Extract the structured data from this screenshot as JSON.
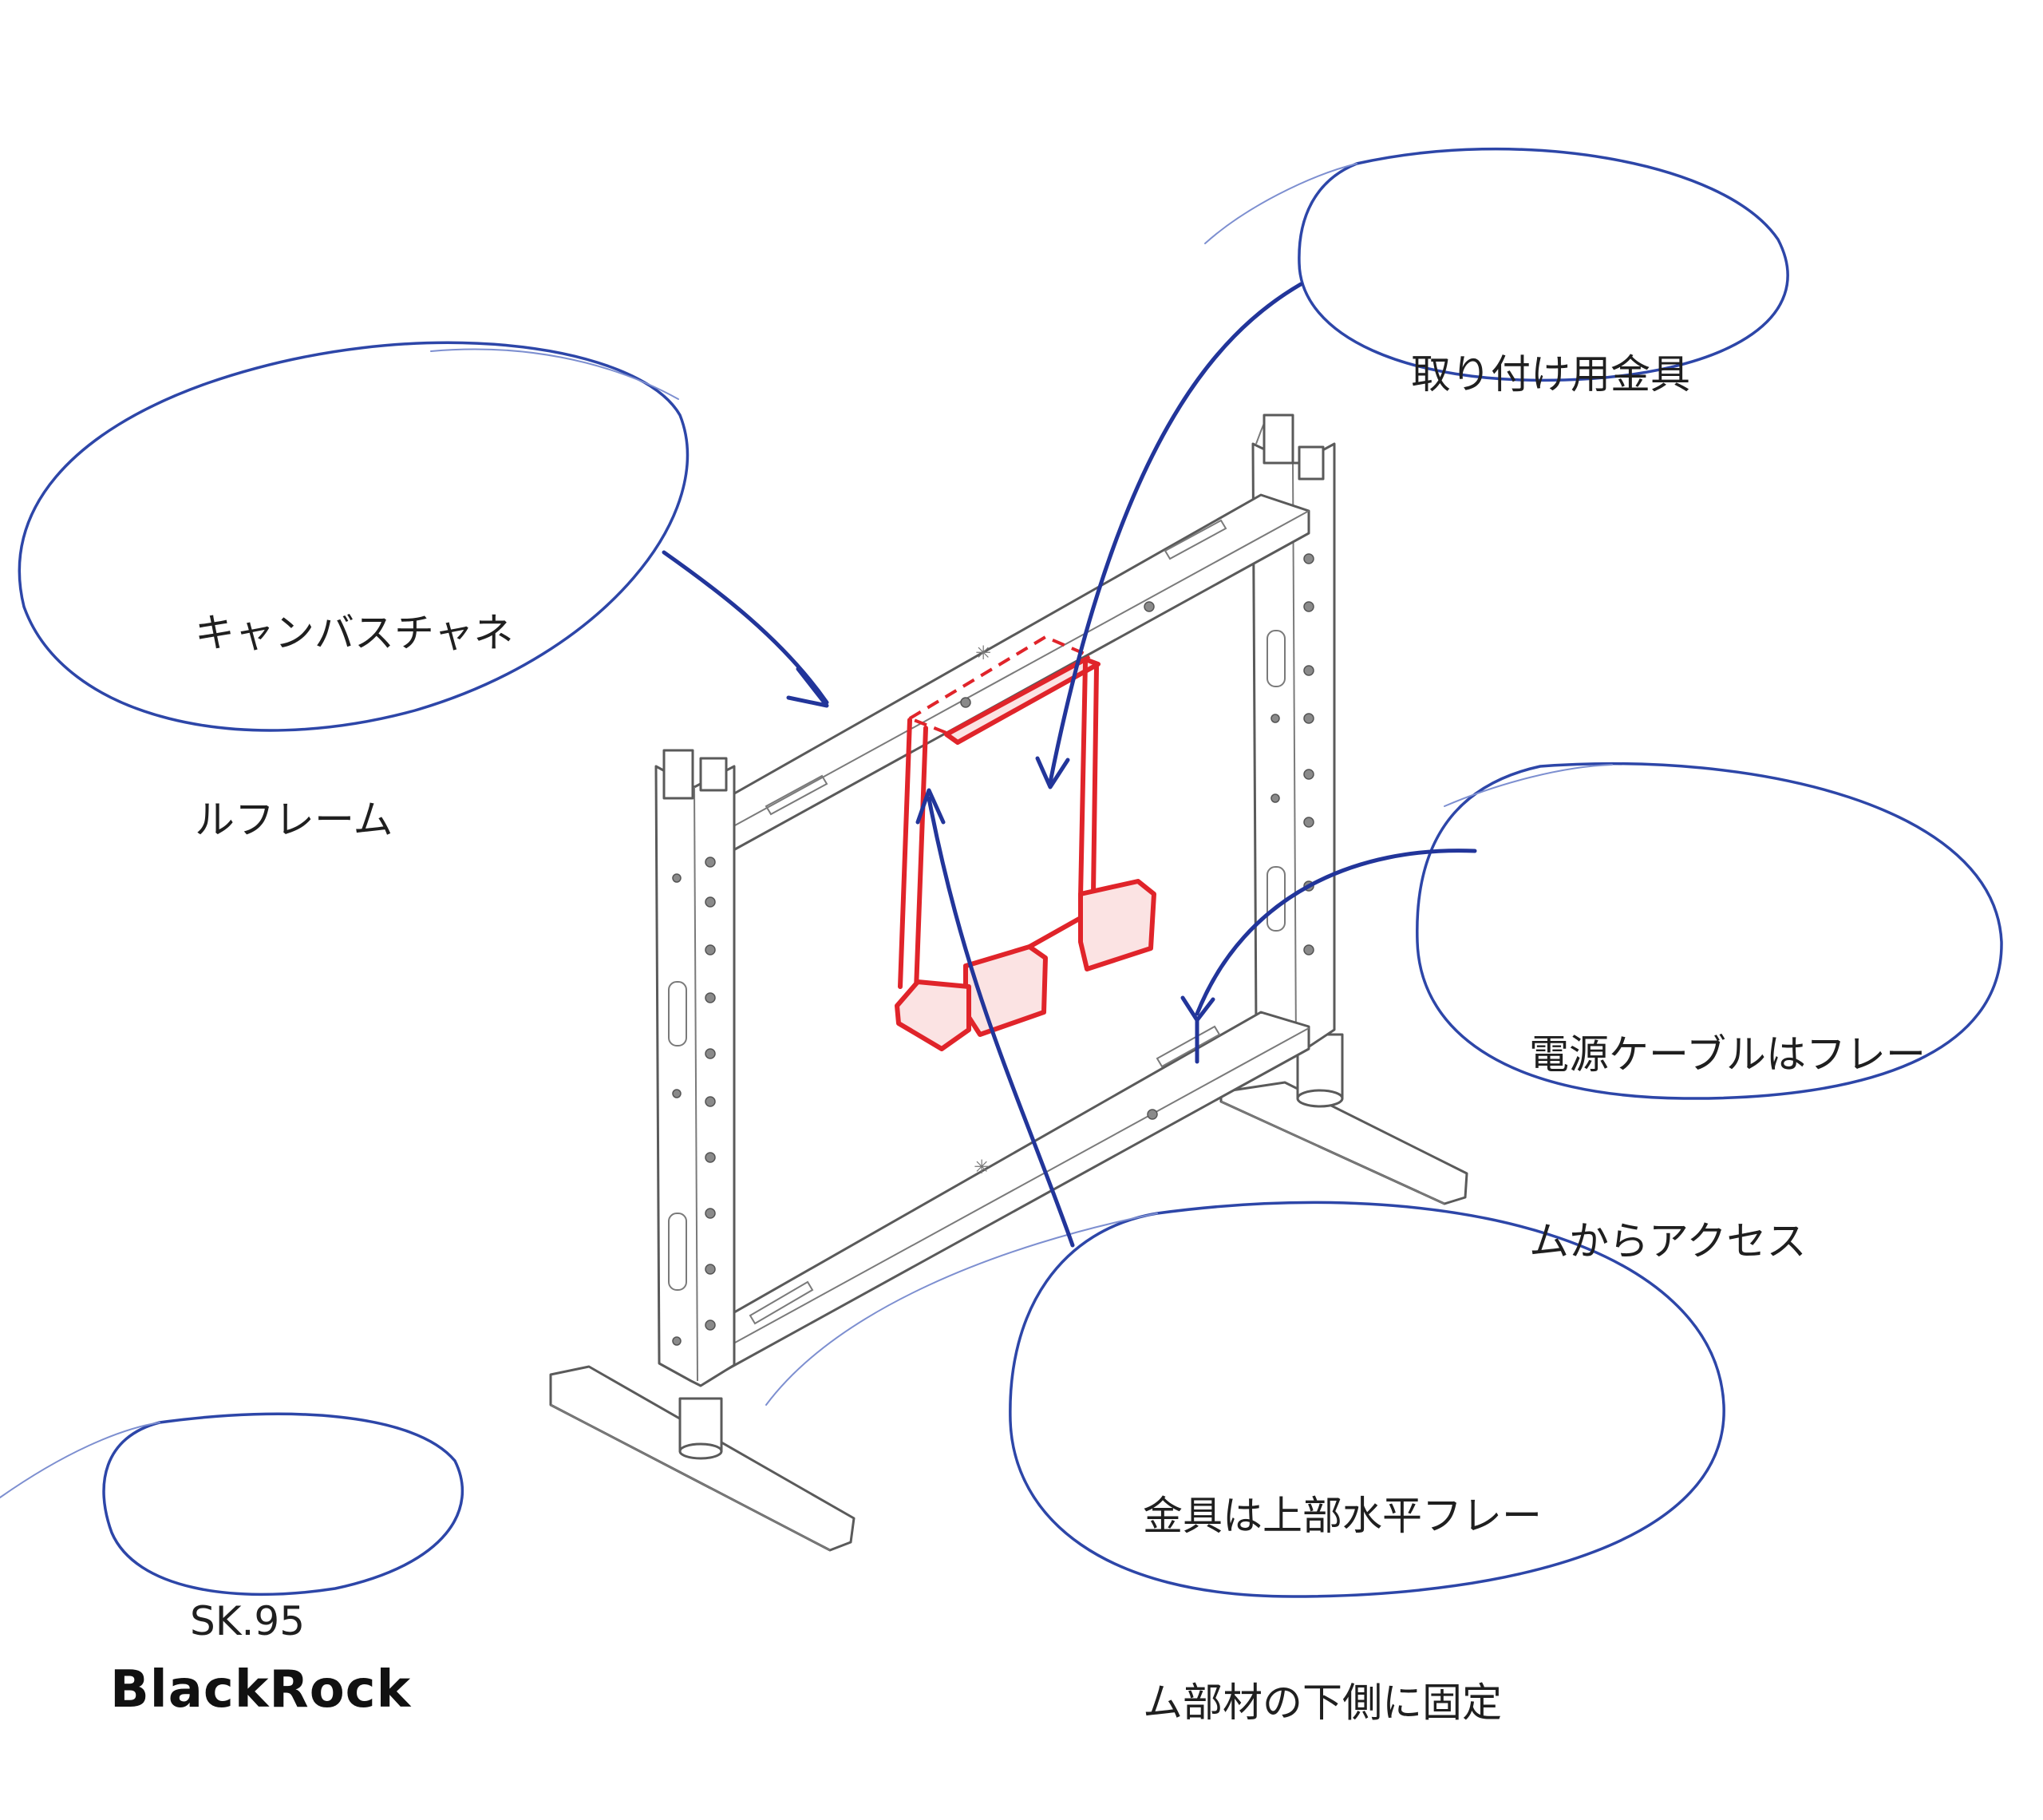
{
  "callouts": {
    "frame": {
      "lines": [
        "キャンバスチャネ",
        "ルフレーム"
      ]
    },
    "bracket": {
      "lines": [
        "取り付け用金具"
      ]
    },
    "cable": {
      "lines": [
        "電源ケーブルはフレー",
        "ムからアクセス"
      ]
    },
    "mount": {
      "lines": [
        "金具は上部水平フレー",
        "ム部材の下側に固定"
      ]
    },
    "model": {
      "lines": [
        "SK.95"
      ]
    }
  },
  "brand": "BlackRock",
  "colors": {
    "ink": "#2d46a8",
    "bracket": "#e0242a",
    "frame": "#5a5a5a"
  },
  "icons": [
    "stand-frame-illustration",
    "mounting-bracket-illustration",
    "callout-bubble",
    "pointer-arrow"
  ]
}
